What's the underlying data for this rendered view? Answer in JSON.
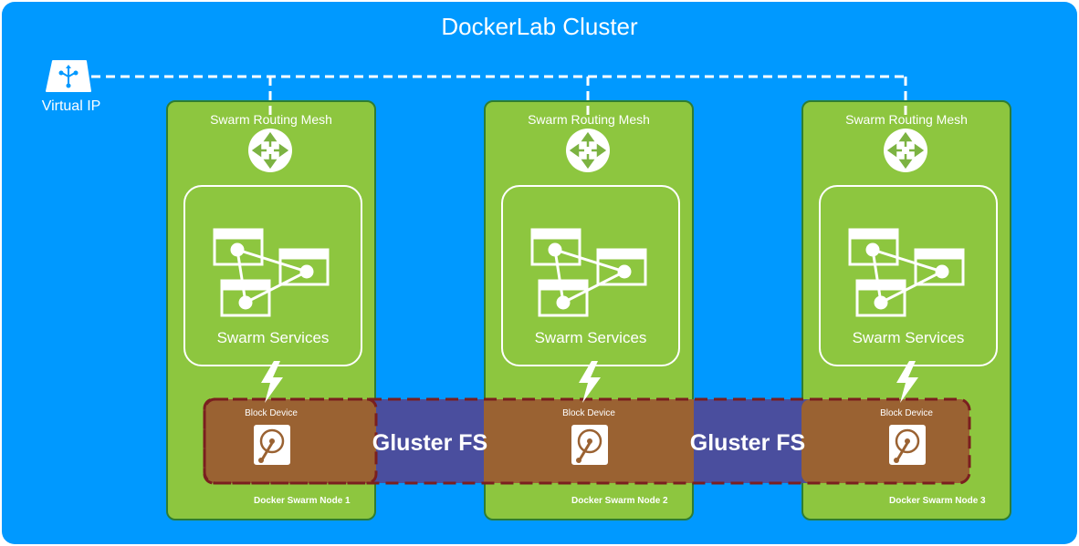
{
  "diagram": {
    "title": "DockerLab Cluster",
    "virtual_ip": {
      "label": "Virtual IP",
      "icon": "network-share-icon"
    },
    "nodes": [
      {
        "name": "Docker Swarm Node 1",
        "routing_label": "Swarm Routing Mesh",
        "services_label": "Swarm Services",
        "device_label": "Block Device"
      },
      {
        "name": "Docker Swarm Node 2",
        "routing_label": "Swarm Routing Mesh",
        "services_label": "Swarm Services",
        "device_label": "Block Device"
      },
      {
        "name": "Docker Swarm Node 3",
        "routing_label": "Swarm Routing Mesh",
        "services_label": "Swarm Services",
        "device_label": "Block Device"
      }
    ],
    "storage_labels": [
      "Gluster FS",
      "Gluster FS"
    ],
    "colors": {
      "cluster_bg": "#0099ff",
      "node_bg": "#8dc63f",
      "node_border": "#2e7d32",
      "gluster_band": "#4e4a99",
      "storage_bg": "#9a6232",
      "storage_border": "#7a1f1f"
    }
  }
}
